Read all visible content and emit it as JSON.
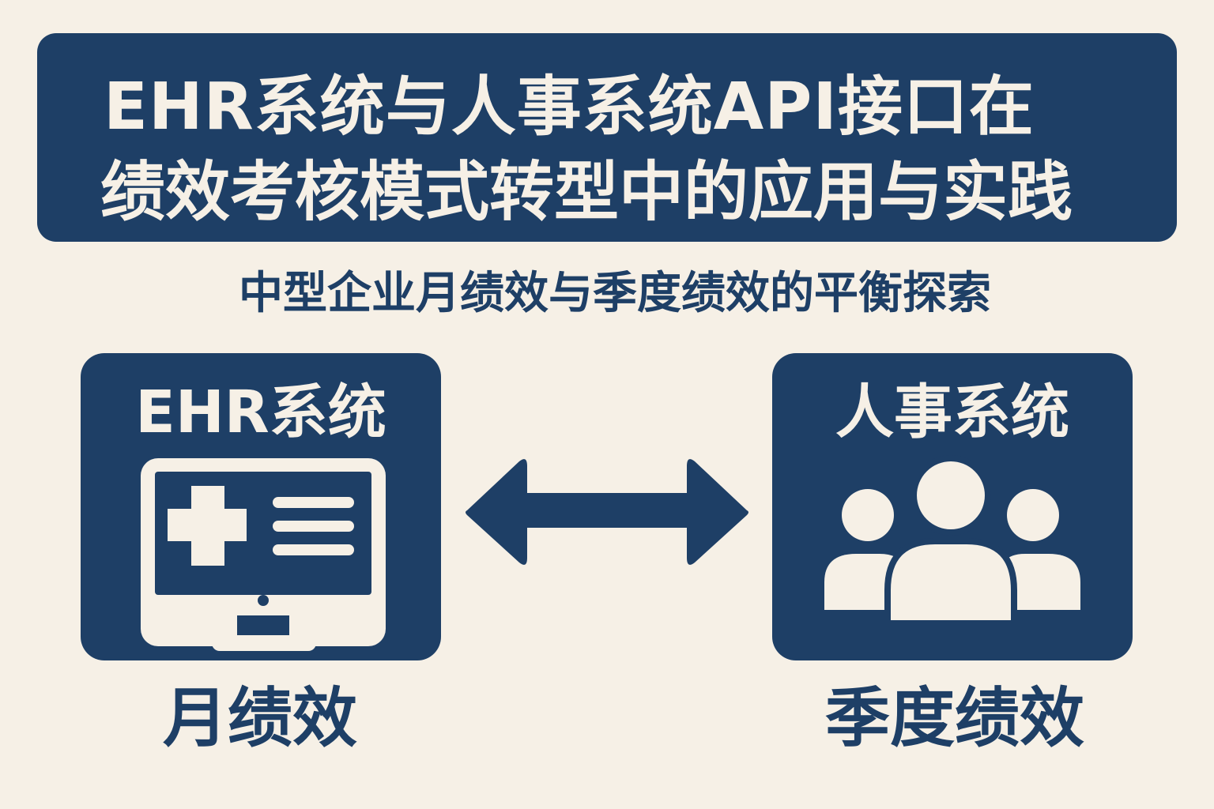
{
  "title": {
    "line1": "EHR系统与人事系统API接口在",
    "line2": "绩效考核模式转型中的应用与实践"
  },
  "subtitle": "中型企业月绩效与季度绩效的平衡探索",
  "left_panel": {
    "heading": "EHR系统",
    "icon": "computer-monitor-medical-icon",
    "caption": "月绩效"
  },
  "right_panel": {
    "heading": "人事系统",
    "icon": "people-group-icon",
    "caption": "季度绩效"
  },
  "connector": {
    "icon": "double-arrow-icon"
  },
  "colors": {
    "primary": "#1e3f66",
    "background": "#f6f0e6"
  }
}
